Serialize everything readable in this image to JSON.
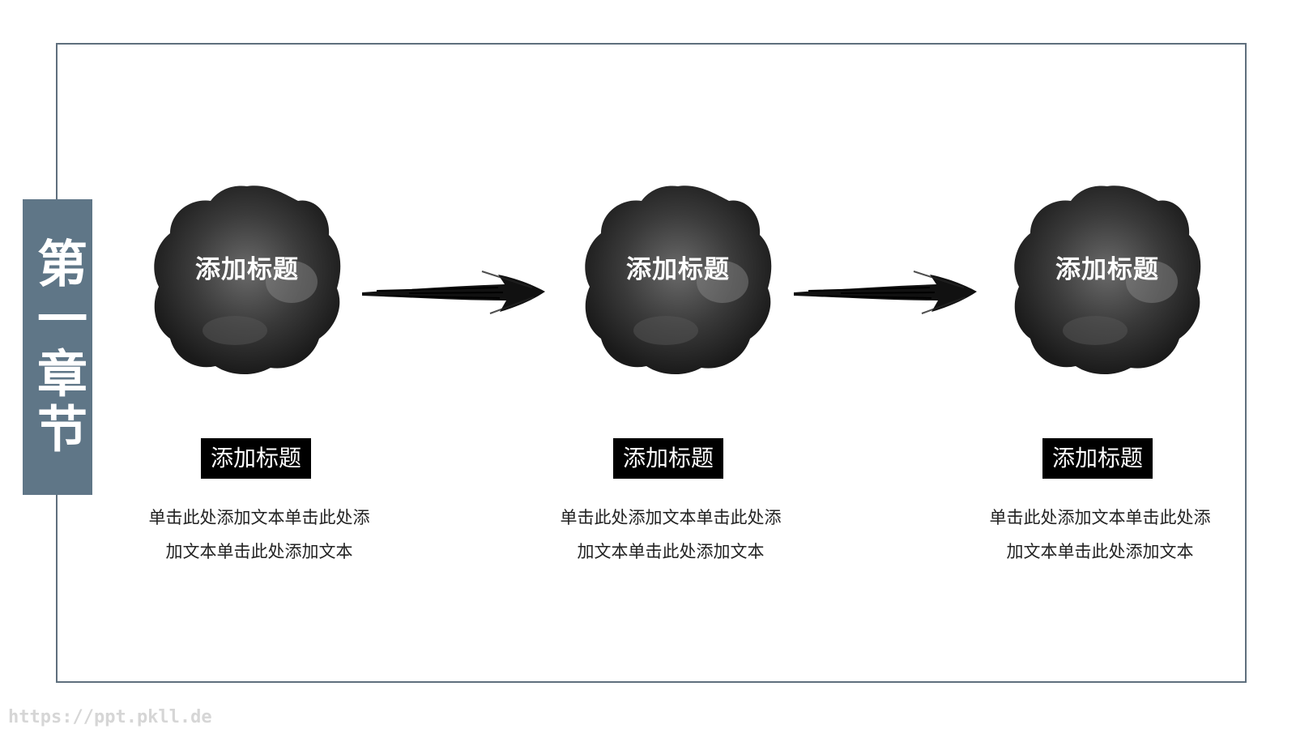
{
  "chapter_label": "第一章节",
  "colors": {
    "frame": "#5f6f7d",
    "chapter_bg": "#5f7687",
    "ink": "#2a2a2a",
    "tag_bg": "#000000"
  },
  "steps": [
    {
      "ink_title": "添加标题",
      "tag_title": "添加标题",
      "desc_line1": "单击此处添加文本单击此处添",
      "desc_line2": "加文本单击此处添加文本"
    },
    {
      "ink_title": "添加标题",
      "tag_title": "添加标题",
      "desc_line1": "单击此处添加文本单击此处添",
      "desc_line2": "加文本单击此处添加文本"
    },
    {
      "ink_title": "添加标题",
      "tag_title": "添加标题",
      "desc_line1": "单击此处添加文本单击此处添",
      "desc_line2": "加文本单击此处添加文本"
    }
  ],
  "icons": {
    "ink_blob": "ink-blob-icon",
    "arrow": "brush-arrow-icon"
  },
  "watermark": "https://ppt.pkll.de"
}
